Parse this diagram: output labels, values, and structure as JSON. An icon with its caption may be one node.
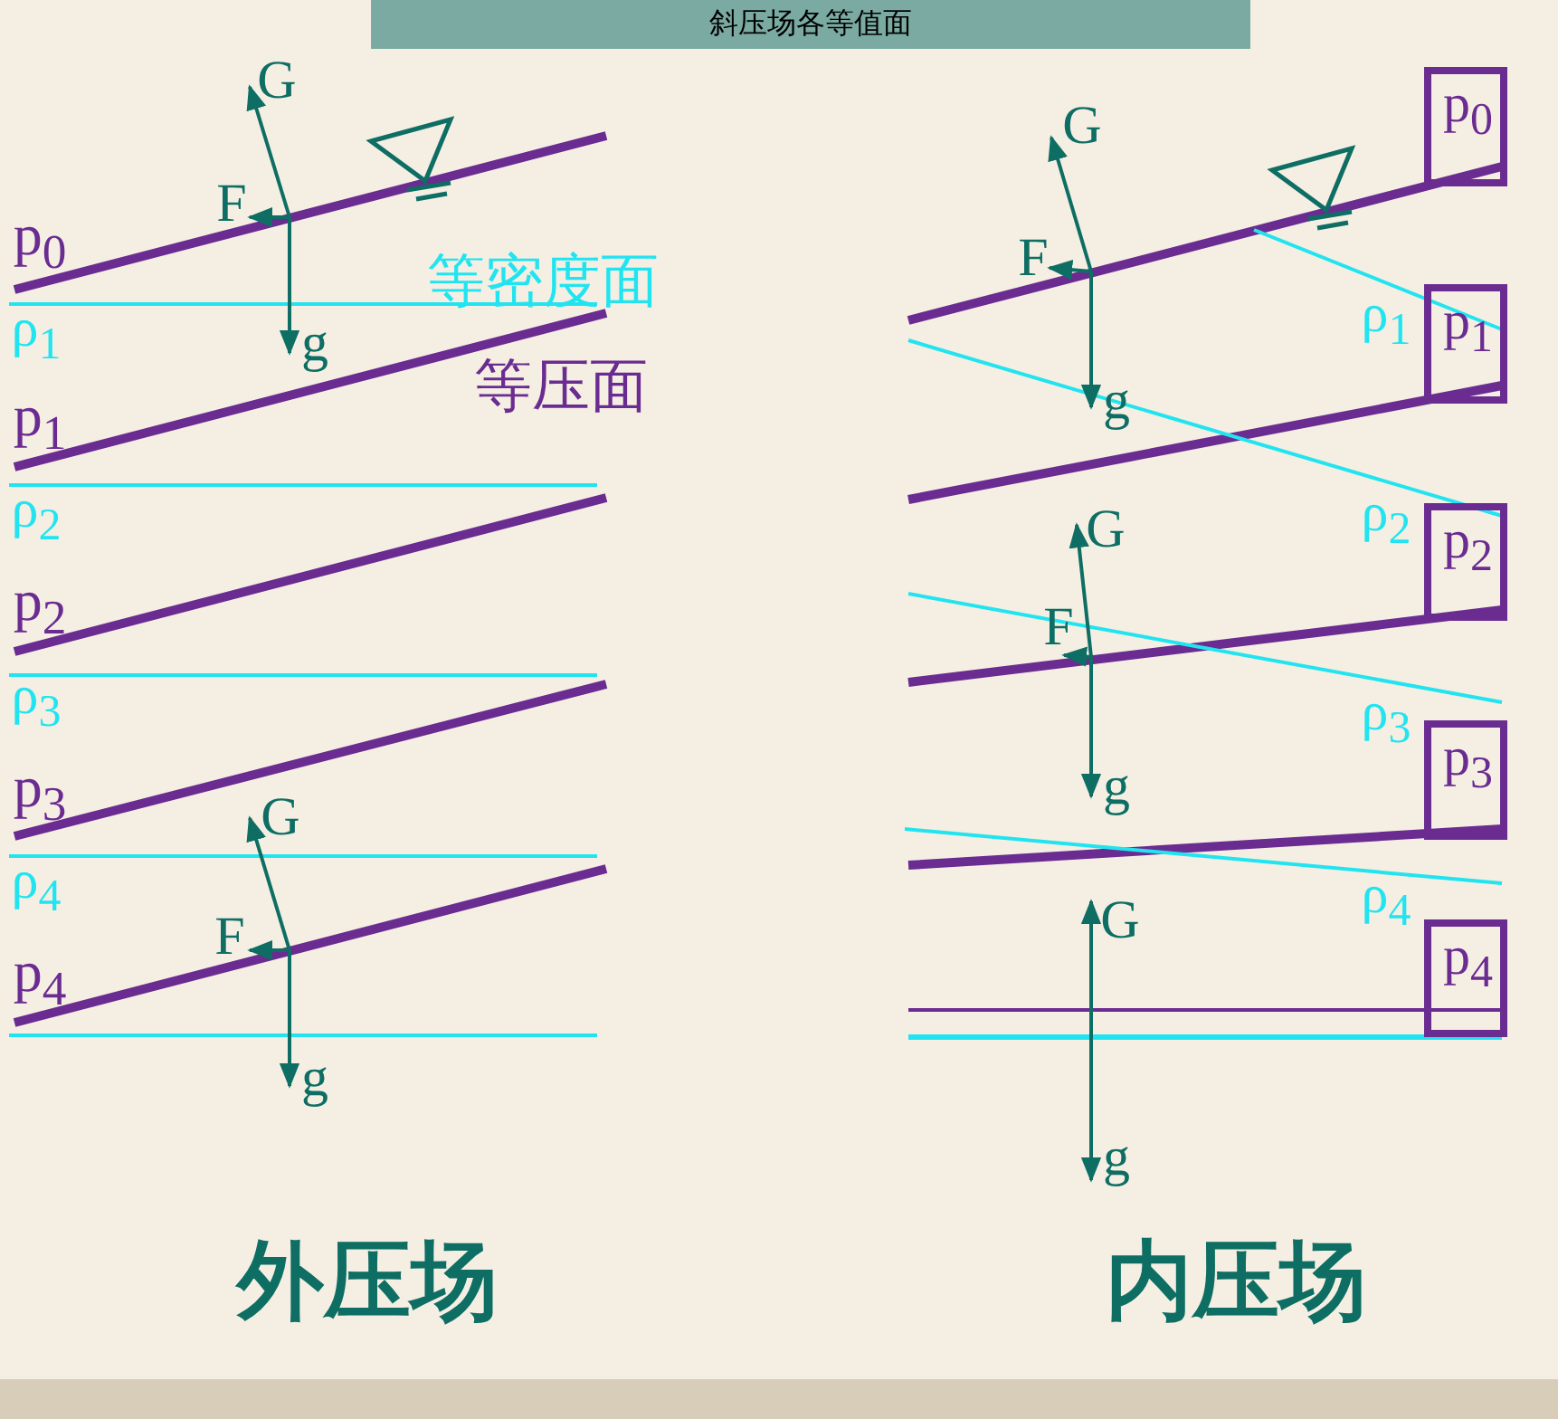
{
  "diagram": {
    "title": "斜压场各等值面",
    "nodes": [
      {
        "text": [
          "p$_{0}$"
        ]
      },
      {
        "text": [
          "p$_{1}$"
        ]
      },
      {
        "text": [
          "p$_{2}$"
        ]
      },
      {
        "text": [
          "p$_{3}$"
        ]
      },
      {
        "text": [
          "p$_{4}$"
        ]
      }
    ],
    "labels": [
      "G",
      "F",
      "p$_{0}$",
      "等密度面",
      "ρ$_{1}$",
      "g",
      "等压面",
      "p$_{1}$",
      "ρ$_{2}$",
      "p$_{2}$",
      "ρ$_{3}$",
      "p$_{3}$",
      "G",
      "ρ$_{4}$",
      "F",
      "p$_{4}$",
      "g",
      "G",
      "F",
      "ρ$_{1}$",
      "g",
      "ρ$_{2}$",
      "G",
      "F",
      "ρ$_{3}$",
      "g",
      "ρ$_{4}$",
      "G",
      "g",
      "外压场",
      "内压场"
    ]
  }
}
